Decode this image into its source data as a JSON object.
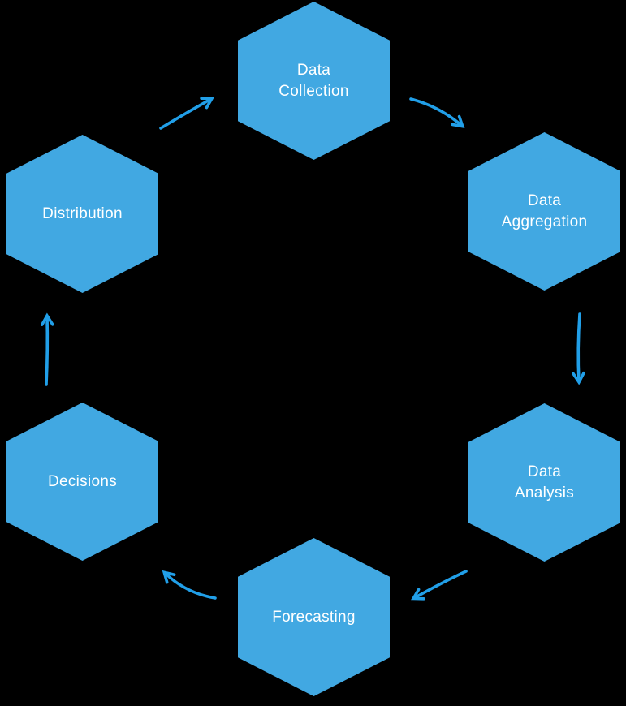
{
  "diagram": {
    "type": "cycle",
    "background_color": "#000000",
    "node_shape": "hexagon",
    "node_fill_color": "#41A8E2",
    "node_text_color": "#FFFFFF",
    "arrow_color": "#219FE8",
    "nodes": [
      {
        "id": "data-collection",
        "label": "Data Collection",
        "line1": "Data",
        "line2": "Collection"
      },
      {
        "id": "data-aggregation",
        "label": "Data Aggregation",
        "line1": "Data",
        "line2": "Aggregation"
      },
      {
        "id": "data-analysis",
        "label": "Data Analysis",
        "line1": "Data",
        "line2": "Analysis"
      },
      {
        "id": "forecasting",
        "label": "Forecasting",
        "line1": "Forecasting"
      },
      {
        "id": "decisions",
        "label": "Decisions",
        "line1": "Decisions"
      },
      {
        "id": "distribution",
        "label": "Distribution",
        "line1": "Distribution"
      }
    ],
    "arrows": [
      {
        "from": "Distribution",
        "to": "Data Collection"
      },
      {
        "from": "Data Collection",
        "to": "Data Aggregation"
      },
      {
        "from": "Data Aggregation",
        "to": "Data Analysis"
      },
      {
        "from": "Data Analysis",
        "to": "Forecasting"
      },
      {
        "from": "Forecasting",
        "to": "Decisions"
      },
      {
        "from": "Decisions",
        "to": "Distribution"
      }
    ]
  }
}
